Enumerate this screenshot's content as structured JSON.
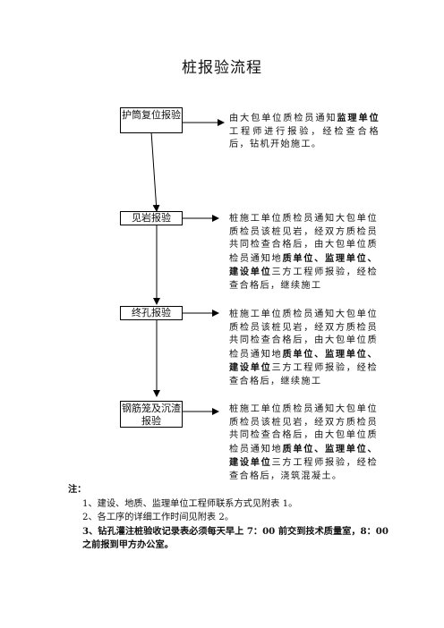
{
  "title": "桩报验流程",
  "steps": [
    {
      "label": "护筒复位报验",
      "desc_a": "由大包单位质检员通知",
      "desc_b": "监理单位",
      "desc_c": "工程师进行报验，经检查合格后，钻机开始施工。"
    },
    {
      "label": "见岩报验",
      "desc_a": "桩施工单位质检员通知大包单位质检员该桩见岩，经双方质检员共同检查合格后，由大包单位质检员通知地",
      "desc_b": "质单位、监理单位、建设单位",
      "desc_c": "三方工程师报验，经检查合格后，继续施工"
    },
    {
      "label": "终孔报验",
      "desc_a": "桩施工单位质检员通知大包单位质检员该桩见岩，经双方质检员共同检查合格后，由大包单位质检员通知地",
      "desc_b": "质单位、监理单位、建设单位",
      "desc_c": "三方工程师报验，经检查合格后，继续施工"
    },
    {
      "label": "钢筋笼及沉渣报验",
      "desc_a": "桩施工单位质检员通知大包单位质检员该桩见岩，经双方质检员共同检查合格后，由大包单位质检员通知地",
      "desc_b": "质单位、监理单位、建设单位",
      "desc_c": "三方工程师报验，经检查合格后，浇筑混凝土。"
    }
  ],
  "notes": {
    "header": "注：",
    "items": [
      "1、建设、地质、监理单位工程师联系方式见附表 1。",
      "2、各工序的详细工作时间见附表 2。",
      "3、钻孔灌注桩验收记录表必须每天早上 7：00 前交到技术质量室，8：00 之前报到甲方办公室。"
    ]
  }
}
